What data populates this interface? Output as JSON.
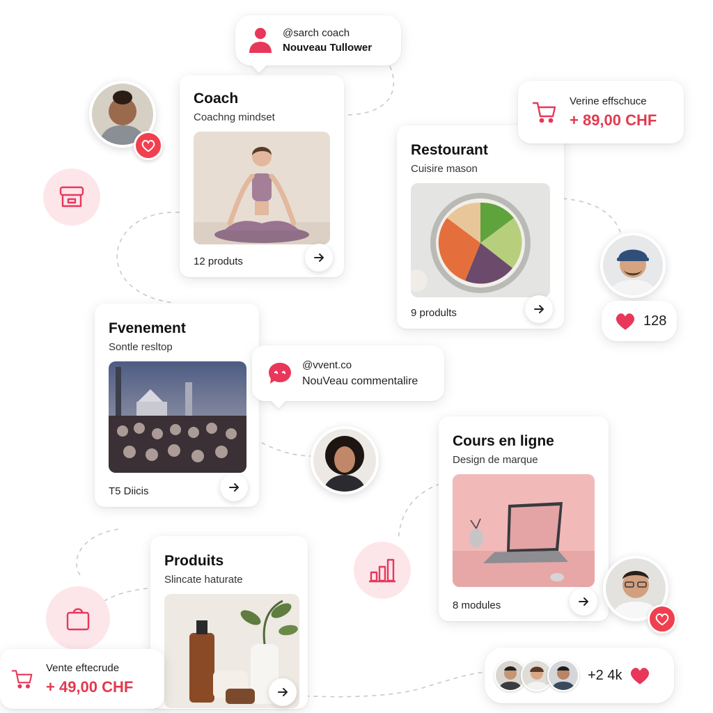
{
  "colors": {
    "accent": "#e8375a",
    "accent_soft": "#fde6ea",
    "price": "#e23a4e"
  },
  "notifications": {
    "coach_follow": {
      "line1": "@sarch coach",
      "line2": "Nouveau Tullower",
      "icon": "user-icon"
    },
    "sale_top": {
      "line1": "Verine effschuce",
      "amount": "+ 89,00 CHF",
      "icon": "cart-icon"
    },
    "comment": {
      "line1": "@vvent.co",
      "line2": "NouVeau commentalire",
      "icon": "chat-bubble-icon"
    },
    "sale_bottom": {
      "line1": "Vente eftecrude",
      "amount": "+ 49,00 CHF",
      "icon": "cart-icon"
    }
  },
  "likes": {
    "count": "128",
    "icon": "heart-icon"
  },
  "followers": {
    "count": "+2 4k",
    "icon": "heart-icon"
  },
  "cards": {
    "coach": {
      "title": "Coach",
      "subtitle": "Coachng mindset",
      "footer": "12 produts"
    },
    "restaurant": {
      "title": "Restourant",
      "subtitle": "Cuisire mason",
      "footer": "9 prodults"
    },
    "event": {
      "title": "Fvenement",
      "subtitle": "Sontle resltop",
      "footer": "T5 Diicis"
    },
    "online_course": {
      "title": "Cours en ligne",
      "subtitle": "Design de marque",
      "footer": "8 modules"
    },
    "products": {
      "title": "Produits",
      "subtitle": "Slincate haturate"
    }
  },
  "side_icons": [
    "store-icon",
    "bar-chart-icon",
    "shopping-bag-icon"
  ]
}
